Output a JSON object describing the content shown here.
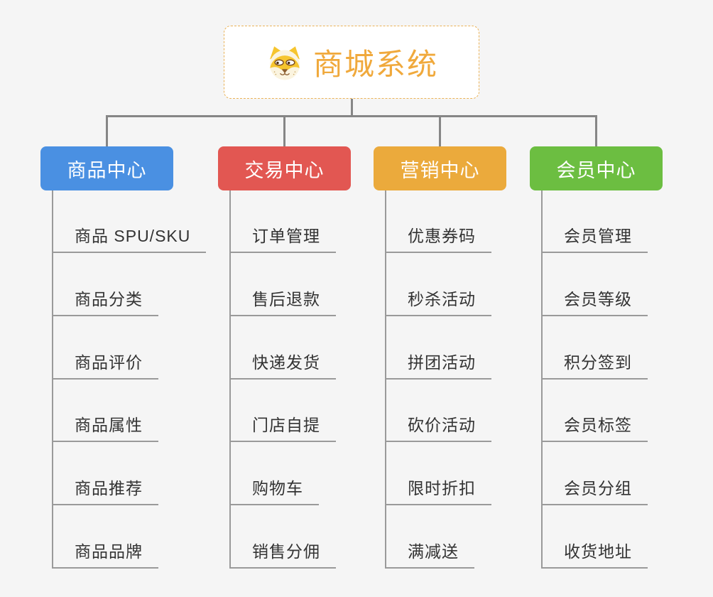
{
  "root": {
    "title": "商城系统",
    "icon": "shiba-dog-icon",
    "title_color": "#f0a93c",
    "border_color": "#eab257"
  },
  "branches": [
    {
      "label": "商品中心",
      "color": "#4a90e2",
      "children": [
        "商品 SPU/SKU",
        "商品分类",
        "商品评价",
        "商品属性",
        "商品推荐",
        "商品品牌"
      ]
    },
    {
      "label": "交易中心",
      "color": "#e25752",
      "children": [
        "订单管理",
        "售后退款",
        "快递发货",
        "门店自提",
        "购物车",
        "销售分佣"
      ]
    },
    {
      "label": "营销中心",
      "color": "#ebaa3c",
      "children": [
        "优惠券码",
        "秒杀活动",
        "拼团活动",
        "砍价活动",
        "限时折扣",
        "满减送"
      ]
    },
    {
      "label": "会员中心",
      "color": "#6cbe41",
      "children": [
        "会员管理",
        "会员等级",
        "积分签到",
        "会员标签",
        "会员分组",
        "收货地址"
      ]
    }
  ],
  "colors": {
    "background": "#f5f5f5",
    "connector": "#868686",
    "trunk_underline": "#9a9a9a",
    "child_text": "#333333",
    "node_text": "#ffffff"
  }
}
